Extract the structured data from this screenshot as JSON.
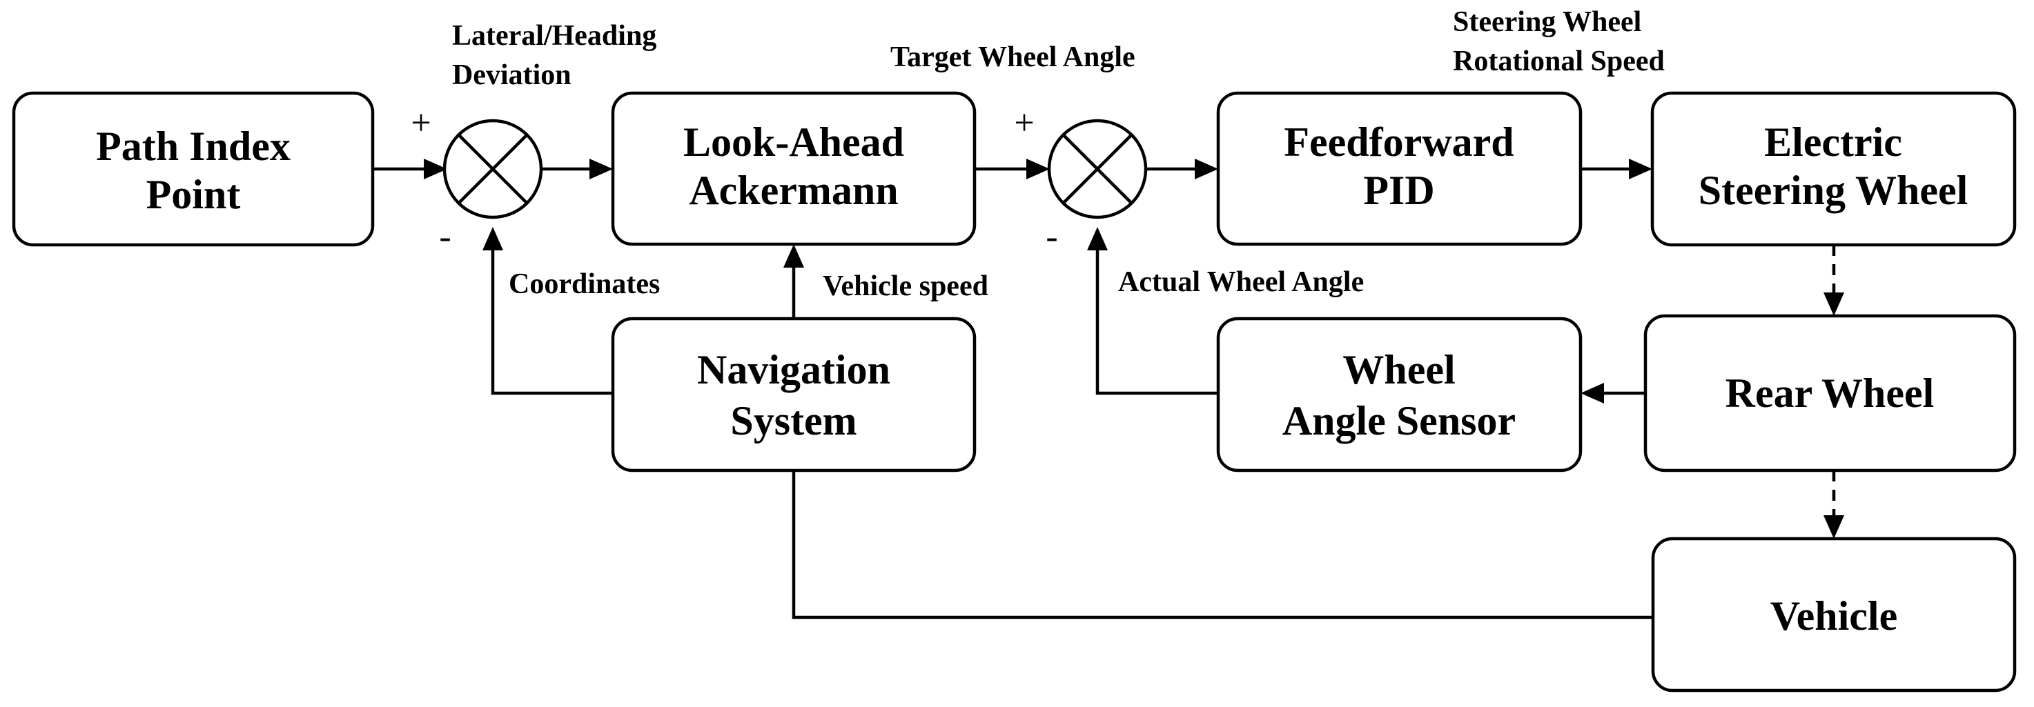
{
  "blocks": {
    "path_index_point": [
      "Path Index",
      "Point"
    ],
    "look_ahead_ackermann": [
      "Look-Ahead",
      "Ackermann"
    ],
    "feedforward_pid": [
      "Feedforward",
      "PID"
    ],
    "electric_steering_wheel": [
      "Electric",
      "Steering Wheel"
    ],
    "navigation_system": [
      "Navigation",
      "System"
    ],
    "wheel_angle_sensor": [
      "Wheel",
      "Angle Sensor"
    ],
    "rear_wheel": [
      "Rear Wheel"
    ],
    "vehicle": [
      "Vehicle"
    ]
  },
  "signals": {
    "lateral_heading_deviation": [
      "Lateral/Heading",
      "Deviation"
    ],
    "target_wheel_angle": [
      "Target Wheel Angle"
    ],
    "steering_wheel_rotational_speed": [
      "Steering Wheel",
      "Rotational Speed"
    ],
    "coordinates": [
      "Coordinates"
    ],
    "vehicle_speed": [
      "Vehicle speed"
    ],
    "actual_wheel_angle": [
      "Actual Wheel Angle"
    ]
  },
  "summing_junctions": {
    "deviation_sum": {
      "plus": "+",
      "minus": "-"
    },
    "angle_sum": {
      "plus": "+",
      "minus": "-"
    }
  }
}
